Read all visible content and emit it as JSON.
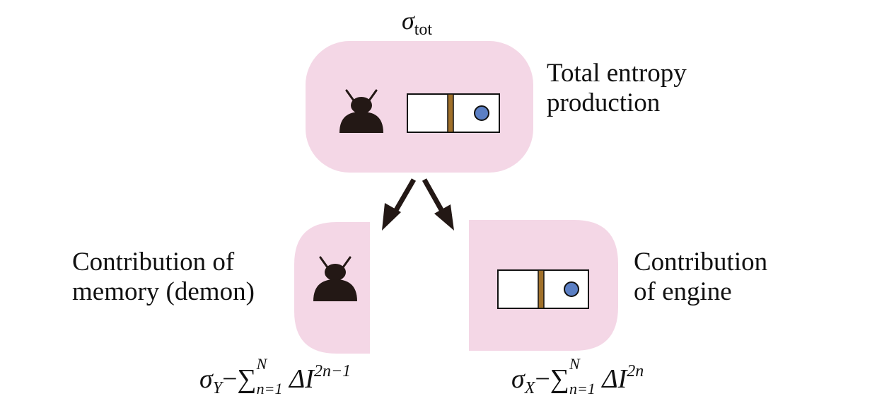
{
  "colors": {
    "panel_fill": "#f4d7e6",
    "ink": "#231815",
    "piston": "#a0702a",
    "particle": "#5b7fc4"
  },
  "top": {
    "symbol": "σ",
    "subscript": "tot",
    "label_line1": "Total entropy",
    "label_line2": "production"
  },
  "left": {
    "label_line1": "Contribution of",
    "label_line2": "memory (demon)",
    "formula": {
      "symbol": "σ",
      "subscript": "Y",
      "minus": "−",
      "sum": "∑",
      "sum_lower": "n=1",
      "sum_upper": "N",
      "term": "ΔI",
      "exponent": "2n−1"
    }
  },
  "right": {
    "label_line1": "Contribution",
    "label_line2": "of engine",
    "formula": {
      "symbol": "σ",
      "subscript": "X",
      "minus": "−",
      "sum": "∑",
      "sum_lower": "n=1",
      "sum_upper": "N",
      "term": "ΔI",
      "exponent": "2n"
    }
  },
  "icons": [
    "demon-icon",
    "engine-icon",
    "split-arrow-icon"
  ]
}
